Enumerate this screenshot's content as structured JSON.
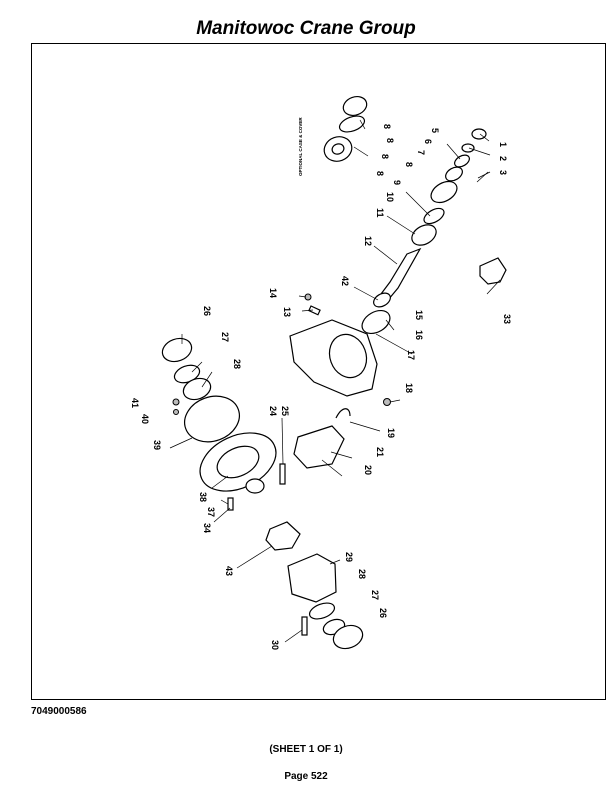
{
  "header": {
    "title": "Manitowoc Crane Group"
  },
  "diagram": {
    "note": "OPTIONAL CASE & COVER",
    "labels": [
      "1",
      "2",
      "3",
      "5",
      "6",
      "7",
      "8",
      "8",
      "8",
      "8",
      "8",
      "9",
      "10",
      "11",
      "12",
      "42",
      "15",
      "16",
      "17",
      "18",
      "19",
      "21",
      "20",
      "14",
      "13",
      "33",
      "26",
      "27",
      "28",
      "41",
      "40",
      "39",
      "38",
      "37",
      "34",
      "24",
      "25",
      "43",
      "29",
      "28",
      "27",
      "26",
      "30"
    ]
  },
  "footer": {
    "doc_number": "7049000586",
    "sheet": "(SHEET 1 OF 1)",
    "page": "Page 522"
  }
}
